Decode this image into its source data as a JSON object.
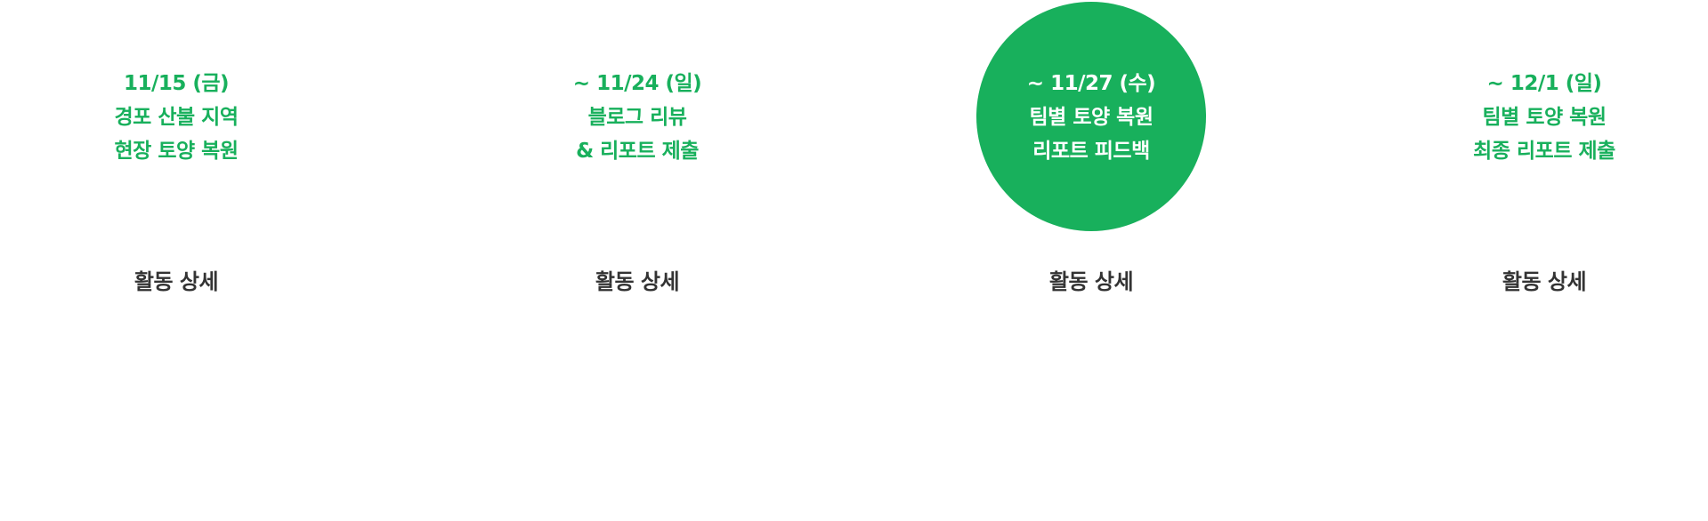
{
  "steps": [
    {
      "date": "11/15 (금)",
      "line1": "경포 산불 지역",
      "line2": "현장 토양 복원",
      "detail": "활동 상세",
      "active": false
    },
    {
      "date": "~ 11/24 (일)",
      "line1": "블로그 리뷰",
      "line2": "& 리포트 제출",
      "detail": "활동 상세",
      "active": false
    },
    {
      "date": "~ 11/27 (수)",
      "line1": "팀별 토양 복원",
      "line2": "리포트 피드백",
      "detail": "활동 상세",
      "active": true
    },
    {
      "date": "~ 12/1 (일)",
      "line1": "팀별 토양 복원",
      "line2": "최종 리포트 제출",
      "detail": "활동 상세",
      "active": false
    }
  ],
  "colors": {
    "accent": "#18b05c",
    "detail_text": "#333333"
  }
}
